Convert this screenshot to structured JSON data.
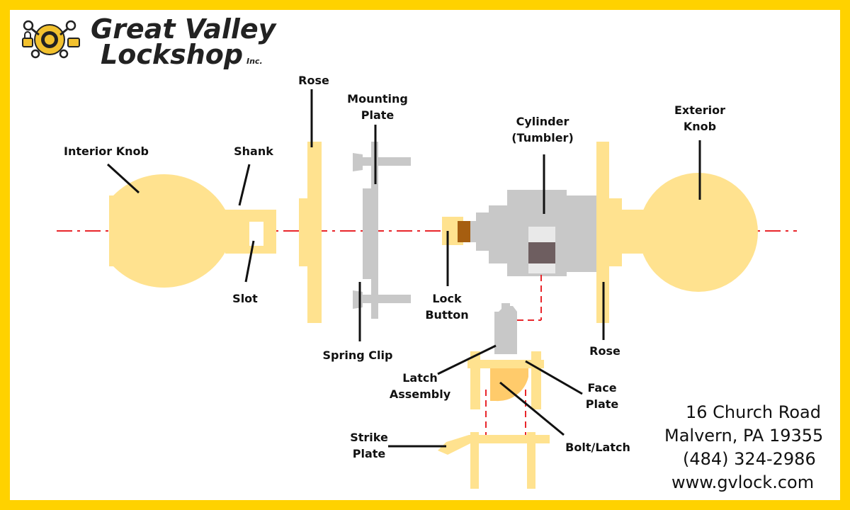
{
  "brand": {
    "name_line1": "Great Valley",
    "name_line2": "Lockshop",
    "suffix": "Inc."
  },
  "labels": {
    "interior_knob": "Interior Knob",
    "shank": "Shank",
    "slot": "Slot",
    "rose_left": "Rose",
    "mounting_plate": "Mounting\nPlate",
    "spring_clip": "Spring Clip",
    "lock_button": "Lock\nButton",
    "cylinder": "Cylinder\n(Tumbler)",
    "exterior_knob": "Exterior\nKnob",
    "rose_right": "Rose",
    "latch_assembly": "Latch\nAssembly",
    "face_plate": "Face\nPlate",
    "strike_plate": "Strike\nPlate",
    "bolt_latch": "Bolt/Latch"
  },
  "address": {
    "street": "16 Church Road",
    "city": "Malvern, PA 19355",
    "phone": "(484) 324-2986",
    "web": "www.gvlock.com"
  },
  "colors": {
    "border": "#FFD200",
    "part_yellow": "#FFE28F",
    "latch_orange": "#FFCB6B",
    "metal_gray": "#C8C8C8",
    "tumbler_dark": "#6E5E60",
    "button_brown": "#A65E10",
    "axis_red": "#E8262B",
    "logo_gold": "#F2C12E"
  },
  "icons": {
    "logo": "key-padlock-emblem"
  }
}
